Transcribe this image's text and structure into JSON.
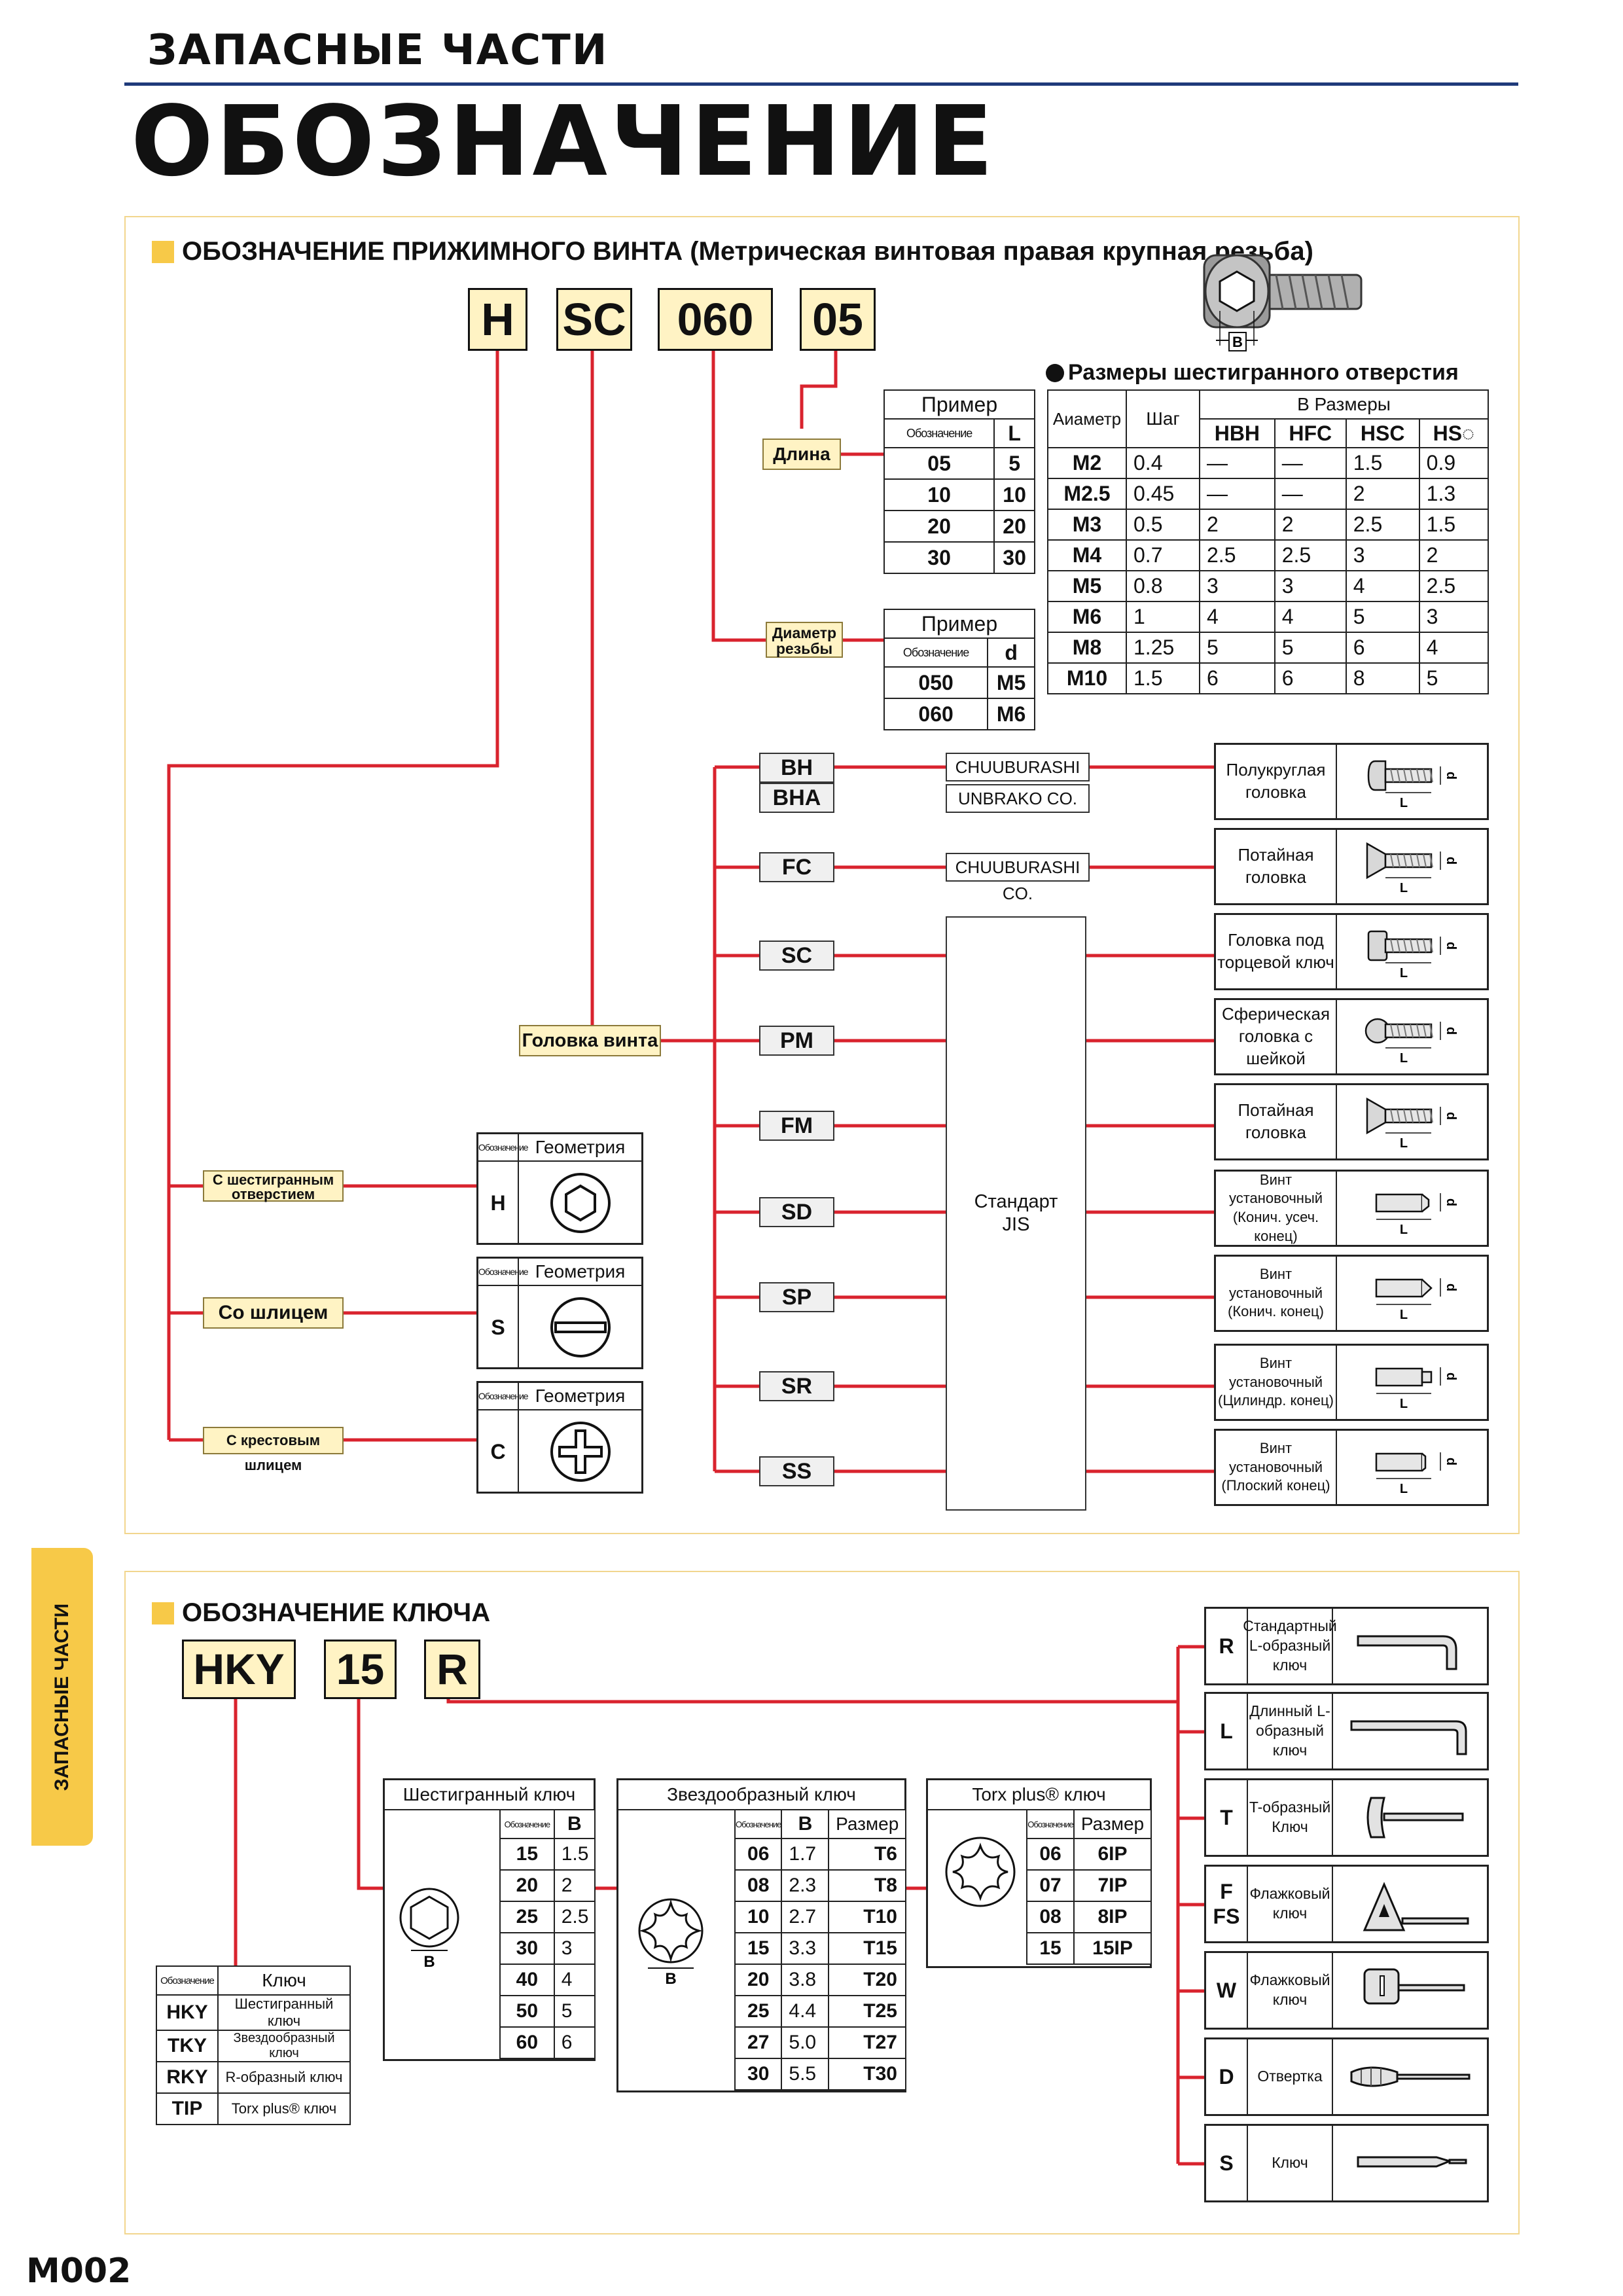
{
  "header": {
    "subtitle": "ЗАПАСНЫЕ ЧАСТИ",
    "title": "ОБОЗНАЧЕНИЕ"
  },
  "side_tab": "ЗАПАСНЫЕ ЧАСТИ",
  "page_number": "M002",
  "screw": {
    "section_title": "ОБОЗНАЧЕНИЕ ПРИЖИМНОГО ВИНТА (Метрическая винтовая правая крупная резьба)",
    "codes": [
      "H",
      "SC",
      "060",
      "05"
    ],
    "drawing_label": "B",
    "labels": {
      "length": "Длина",
      "thread_diameter": "Диаметр резьбы",
      "head": "Головка винта",
      "hex_socket": "С шестигранным отверстием",
      "slot": "Со шлицем",
      "cross_slot": "С крестовым шлицем"
    },
    "length_table": {
      "caption": "Пример",
      "col1": "Обозначение",
      "col2": "L",
      "rows": [
        [
          "05",
          "5"
        ],
        [
          "10",
          "10"
        ],
        [
          "20",
          "20"
        ],
        [
          "30",
          "30"
        ]
      ]
    },
    "diameter_table": {
      "caption": "Пример",
      "col1": "Обозначение",
      "col2": "d",
      "rows": [
        [
          "050",
          "M5"
        ],
        [
          "060",
          "M6"
        ]
      ]
    },
    "hex_sizes": {
      "title": "Размеры шестигранного отверстия",
      "col_diameter": "Аиаметр",
      "col_pitch": "Шаг",
      "col_group": "В Размеры",
      "cols": [
        "HBH",
        "HFC",
        "HSC",
        "HS◌"
      ],
      "rows": [
        [
          "M2",
          "0.4",
          "—",
          "—",
          "1.5",
          "0.9"
        ],
        [
          "M2.5",
          "0.45",
          "—",
          "—",
          "2",
          "1.3"
        ],
        [
          "M3",
          "0.5",
          "2",
          "2",
          "2.5",
          "1.5"
        ],
        [
          "M4",
          "0.7",
          "2.5",
          "2.5",
          "3",
          "2"
        ],
        [
          "M5",
          "0.8",
          "3",
          "3",
          "4",
          "2.5"
        ],
        [
          "M6",
          "1",
          "4",
          "4",
          "5",
          "3"
        ],
        [
          "M8",
          "1.25",
          "5",
          "5",
          "6",
          "4"
        ],
        [
          "M10",
          "1.5",
          "6",
          "6",
          "8",
          "5"
        ]
      ]
    },
    "head_codes": [
      "BH",
      "BHA",
      "FC",
      "SC",
      "PM",
      "FM",
      "SD",
      "SP",
      "SR",
      "SS"
    ],
    "companies": [
      "CHUUBURASHI CO.",
      "UNBRAKO CO.",
      "CHUUBURASHI CO."
    ],
    "standard_label": "Стандарт JIS",
    "head_types": [
      "Полукруглая головка",
      "Потайная головка",
      "Головка под торцевой ключ",
      "Сферическая головка с шейкой",
      "Потайная головка",
      "Винт установочный (Конич. усеч. конец)",
      "Винт установочный (Конич. конец)",
      "Винт установочный (Цилиндр. конец)",
      "Винт установочный (Плоский конец)"
    ],
    "dim_d": "d",
    "dim_L": "L",
    "geometry": [
      {
        "col1": "Обозначение",
        "col2": "Геометрия",
        "code": "H"
      },
      {
        "col1": "Обозначение",
        "col2": "Геометрия",
        "code": "S"
      },
      {
        "col1": "Обозначение",
        "col2": "Геометрия",
        "code": "C"
      }
    ]
  },
  "key": {
    "section_title": "ОБОЗНАЧЕНИЕ КЛЮЧА",
    "codes": [
      "HKY",
      "15",
      "R"
    ],
    "key_table": {
      "col1": "Обозначение",
      "col2": "Ключ",
      "rows": [
        [
          "HKY",
          "Шестигранный ключ"
        ],
        [
          "TKY",
          "Звездообразный ключ"
        ],
        [
          "RKY",
          "R-образный ключ"
        ],
        [
          "TIP",
          "Torx plus® ключ"
        ]
      ]
    },
    "hex_key": {
      "title": "Шестигранный ключ",
      "col1": "Обозначение",
      "col2": "B",
      "label": "B",
      "rows": [
        [
          "15",
          "1.5"
        ],
        [
          "20",
          "2"
        ],
        [
          "25",
          "2.5"
        ],
        [
          "30",
          "3"
        ],
        [
          "40",
          "4"
        ],
        [
          "50",
          "5"
        ],
        [
          "60",
          "6"
        ]
      ]
    },
    "star_key": {
      "title": "Звездообразный ключ",
      "col1": "Обозначение",
      "col2": "B",
      "col3": "Размер",
      "label": "B",
      "rows": [
        [
          "06",
          "1.7",
          "T6"
        ],
        [
          "08",
          "2.3",
          "T8"
        ],
        [
          "10",
          "2.7",
          "T10"
        ],
        [
          "15",
          "3.3",
          "T15"
        ],
        [
          "20",
          "3.8",
          "T20"
        ],
        [
          "25",
          "4.4",
          "T25"
        ],
        [
          "27",
          "5.0",
          "T27"
        ],
        [
          "30",
          "5.5",
          "T30"
        ]
      ]
    },
    "torx_key": {
      "title": "Torx plus® ключ",
      "col1": "Обозначение",
      "col2": "Размер",
      "rows": [
        [
          "06",
          "6IP"
        ],
        [
          "07",
          "7IP"
        ],
        [
          "08",
          "8IP"
        ],
        [
          "15",
          "15IP"
        ]
      ]
    },
    "types": [
      {
        "code": "R",
        "label": "Стандартный L-образный ключ"
      },
      {
        "code": "L",
        "label": "Длинный L-образный ключ"
      },
      {
        "code": "T",
        "label": "T-образный Ключ"
      },
      {
        "code": "F FS",
        "label": "Флажковый ключ"
      },
      {
        "code": "W",
        "label": "Флажковый ключ"
      },
      {
        "code": "D",
        "label": "Отвертка"
      },
      {
        "code": "S",
        "label": "Ключ"
      }
    ]
  }
}
